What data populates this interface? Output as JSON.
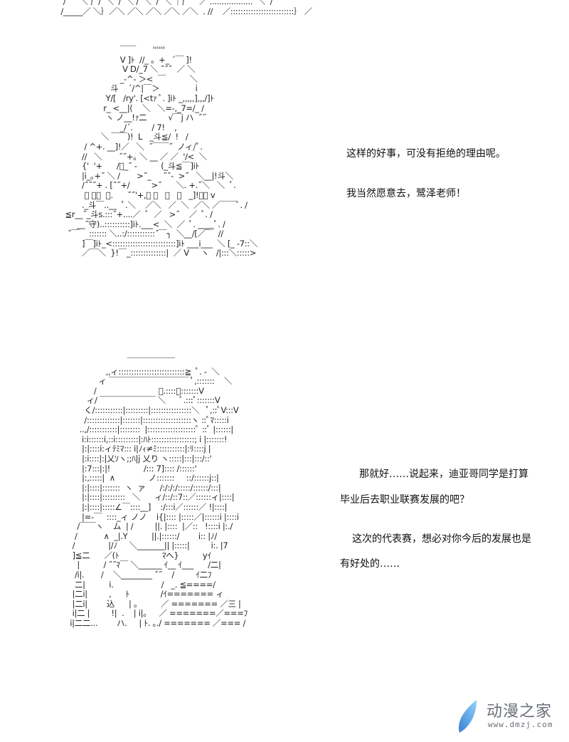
{
  "art": {
    "top_strip": "  /      ＼ ｝/  ＼  /  ＼ /  ＼  /  ＼ ｜｝    ／ ..................  ＼  /\n /_____／ ＼｝／＼ ／＼ ／＼ ／＼ ／＼  . //    ／:::::::::::::::::::::::::｝ ／",
    "figure_one": "                                 ￣￣       ''''''\n                                 V ]ﾄ  //_ 。+_ ´￣ ]!\n                                  V D/_7 ＼ ˝˝˝  ／ ＼\n                                 _-^- ＞<  ￣          ＼\n                             斗    ´/^|￣＞               i\n                           Y/[   /ry'. [<tｧ ﾟ. ]iﾄ _,,,,,],,,/]ﾄ\n                          r_ <__|(    ＼   ＼=-,_7=/_ /\n                           ヽ ノ__!ｧ二         √￣j ハ  ˝˝\n                                 _/´.        / 7!    ,\n                         ＼ ￣￣)!  L   _斗≦/  !   /\n                  / ^+. __]!／   ＼  ˝￣￣˝  ノィ/ﾟ.\n                 //   ＼       ˝˝+｡ ＼ __ ／ ／  '/<  ＼\n                 {'  '+      /ﾞ_˝ -          (_斗≦￣]iﾄ\n                 |i_｡+˝ ＼ /       >˝_     ˝˝-  >˝   ＼__|!斗＼\n                 /˝˝˝+ . [˝˝+/         >˝      ＼. +.˝＼   ＼  ﾟ.\n                  ﾟ ／￣  ﾟ.      ˝˝'+,／ ＼   ／   ＼   _]!／￣ v\n                 ._斗￣..__  ﾟ.＼    ／＼   ／  ＼  ／＼ ／￣￣ﾟ. /\n          ≦r__˝_斗s.:::˝+....／  ﾟ  ／   >˝    ／  ﾟ. /\n               __˝守)..::::::::::]iﾄ.___<  ＼  ／  ﾟ. ____ﾟ. /\n           ˝￣    ::::::: ＼..:/:::::::::::˝￣┐  ＼__/[／￣  //\n                 ]￣]iﾄ_<:::::::::::::::::::::::::]iﾄ ___i___  ＼ [_ -7::＼\n                 ／￣＼  }!￣_::::::::::::::|  ／ V     ヽ   /|:::＼:::::>",
    "figure_two": "                                    ￣￣￣￣￣￣\n                           ,,ィ::::::::::::::::::::::::::≧  ﾟ. -  ＼\n                        ィ ￣￣￣￣￣￣￣￣￣￣ ﾟ,:::::::    ＼\n                      /                          ﾟ.::::ﾟ:::::::V\n                   ィ/ ￣￣￣￣￣￣￣ ＼      ﾟ.:::ﾟ:::::::V\n                  く/:::::::::::|:::::::::|::::::::::::::::＼   ﾟ,::ﾟV:::V\n                  /:::::::::::::|:::::::|:::::::::::::::::::ヽ ::ﾟﾏ:::::i\n                ..,/:::::::::::|::::::::  |:::::::::::::::::::ﾟ ::ﾟ |::::::|\n                 i:i::::::i,::i:::::::::|:ﾊﾄ:::::::::::::::::; i |:::::::!\n                 |:|::::i:ィﾃﾐﾏ::: i|ﾉｨ≠ﾐ:::::::::::|:ﾘ::::j |\n                 |:i::::|:|乂ｿヽ;;ﾊ|j 乂り ヽ:::::|:::|:::/::'\n                 |:7:::|:|!              /::: 7]:::: /::::::'\n                 |:,:::::|  ∧              ノ:::::::     ::/::::::j::|\n                 |:|::::|:::::::  ヽ  ァ      /:/:/:/:::::/::::::/:::|\n                 |:|::::|:::::::::   ＼      ィ/::/::7::／::::::ィ|::::|\n                 |:|::::|:::::∠￣::::__]    :/:::i／::::::／ !|::::|\n                 |=-￣  ::::_ィ ノノ    i{|:::: |:::::／|::::::i |::::i\n               /￣￣ヽ    ム  | /         ||. |::::  |／::   !::::i |:./\n              /           ∧  _|.Y          ||.|::::::/        i:: |ﾉ/\n             /              |/ﾉ     ＼_______|| |:::::|         i:. |7\n             ]≦二      ／(ﾄ                  ﾏヘ}          yｲ\n               |          / ˝˝ﾏ￣ ＼______ ｲ__ ｲ___      /二|\n              /i|.       /    ＼________ ˝˝    /         ｲ二ﾌ\n              二|          i.                    /   _. ≦====/\n             |二i|         ,      ﾄ             /ｲ======= ィ\n             |二i|        込      | 。        ／ ======= ／三 |\n             i|二 |         !|  .    | i|｡     ／ =======／===ﾌ\n            i|二二...        ハ.     | ﾄ. ｡./ ======= ／=== /"
  },
  "dialogue": {
    "line1": "这样的好事，可没有拒绝的理由呢。",
    "line2": "我当然愿意去，鹭泽老师！",
    "line3a": "那就好……说起来，迪亚哥同学是打算",
    "line3b": "毕业后去职业联赛发展的吧？",
    "line4a": "这次的代表赛，想必对你今后的发展也是",
    "line4b": "有好处的……"
  },
  "watermark": {
    "title": "动漫之家",
    "url": "www.dmzj.com",
    "color": "#5aa9e6"
  }
}
